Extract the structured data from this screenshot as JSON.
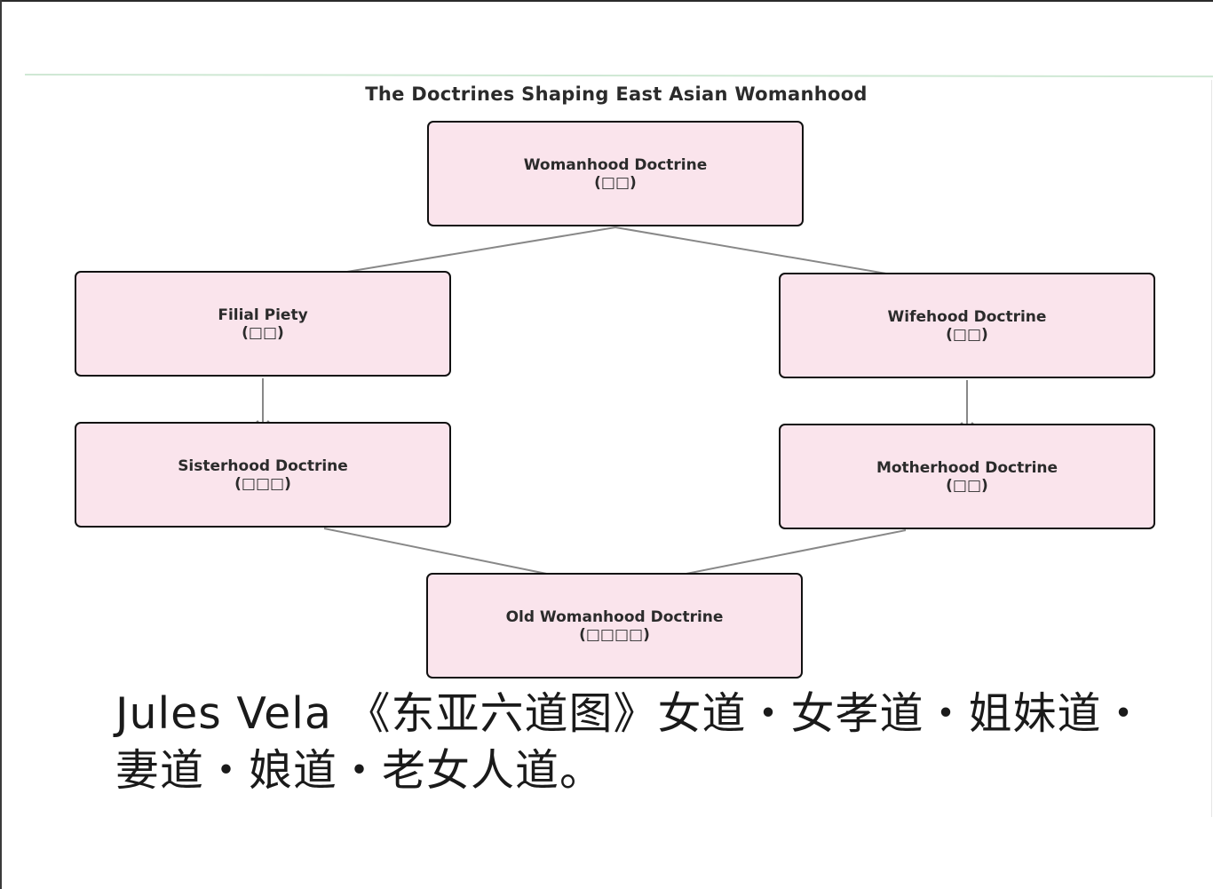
{
  "diagram": {
    "title": "The Doctrines Shaping East Asian Womanhood",
    "nodes": [
      {
        "id": "womanhood",
        "label": "Womanhood Doctrine",
        "sub": "(□□)"
      },
      {
        "id": "filial",
        "label": "Filial Piety",
        "sub": "(□□)"
      },
      {
        "id": "wifehood",
        "label": "Wifehood Doctrine",
        "sub": "(□□)"
      },
      {
        "id": "sisterhood",
        "label": "Sisterhood Doctrine",
        "sub": "(□□□)"
      },
      {
        "id": "motherhood",
        "label": "Motherhood Doctrine",
        "sub": "(□□)"
      },
      {
        "id": "old_womanhood",
        "label": "Old Womanhood Doctrine",
        "sub": "(□□□□)"
      }
    ],
    "edges": [
      {
        "from": "womanhood",
        "to": "filial"
      },
      {
        "from": "womanhood",
        "to": "wifehood"
      },
      {
        "from": "filial",
        "to": "sisterhood"
      },
      {
        "from": "wifehood",
        "to": "motherhood"
      },
      {
        "from": "sisterhood",
        "to": "old_womanhood"
      },
      {
        "from": "motherhood",
        "to": "old_womanhood"
      }
    ],
    "colors": {
      "node_fill": "#fae4ec",
      "node_border": "#111111",
      "edge": "#888888"
    }
  },
  "caption": {
    "line1": "Jules Vela 《东亚六道图》女道・女孝道・姐妹道・",
    "line2": "妻道・娘道・老女人道。"
  }
}
